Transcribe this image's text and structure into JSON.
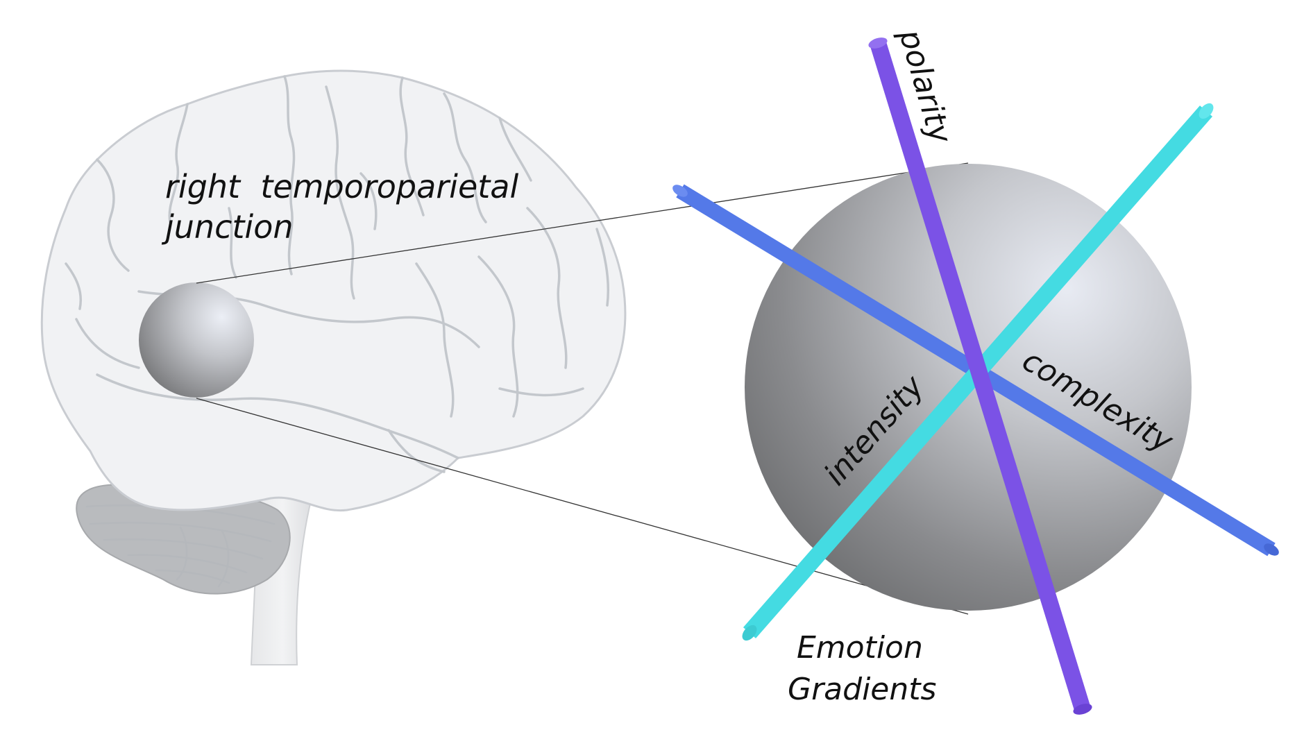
{
  "region": {
    "line1": "right  temporoparietal",
    "line2": "junction"
  },
  "axes": {
    "polarity": {
      "label": "polarity",
      "color": "#7b52e6"
    },
    "complexity": {
      "label": "complexity",
      "color": "#5479e8"
    },
    "intensity": {
      "label": "intensity",
      "color": "#44dbe2"
    }
  },
  "caption": {
    "line1": "Emotion",
    "line2": "Gradients"
  }
}
